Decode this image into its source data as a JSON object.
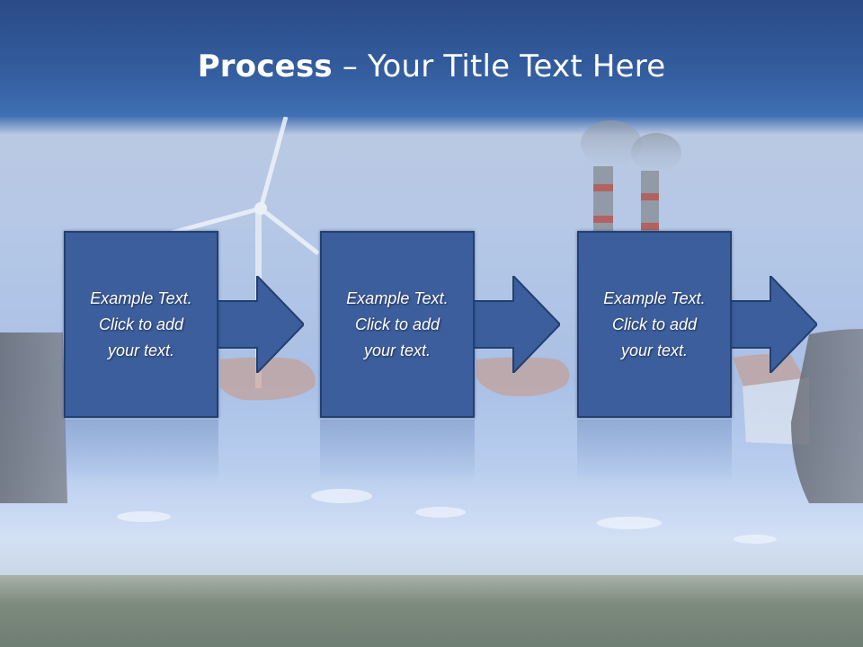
{
  "slide": {
    "title_strong": "Process",
    "title_rest": " – Your Title Text Here",
    "steps": [
      {
        "text": "Example Text.\nClick  to add\nyour text."
      },
      {
        "text": "Example Text.\nClick  to add\nyour text."
      },
      {
        "text": "Example Text.\nClick  to add\nyour text."
      }
    ]
  },
  "colors": {
    "header": "#2a4a86",
    "box_fill": "#3c5e9d",
    "box_border": "#22406f",
    "text": "#ffffff"
  },
  "icons": [
    "arrow-right-icon",
    "wind-turbine-icon",
    "smokestack-icon"
  ]
}
